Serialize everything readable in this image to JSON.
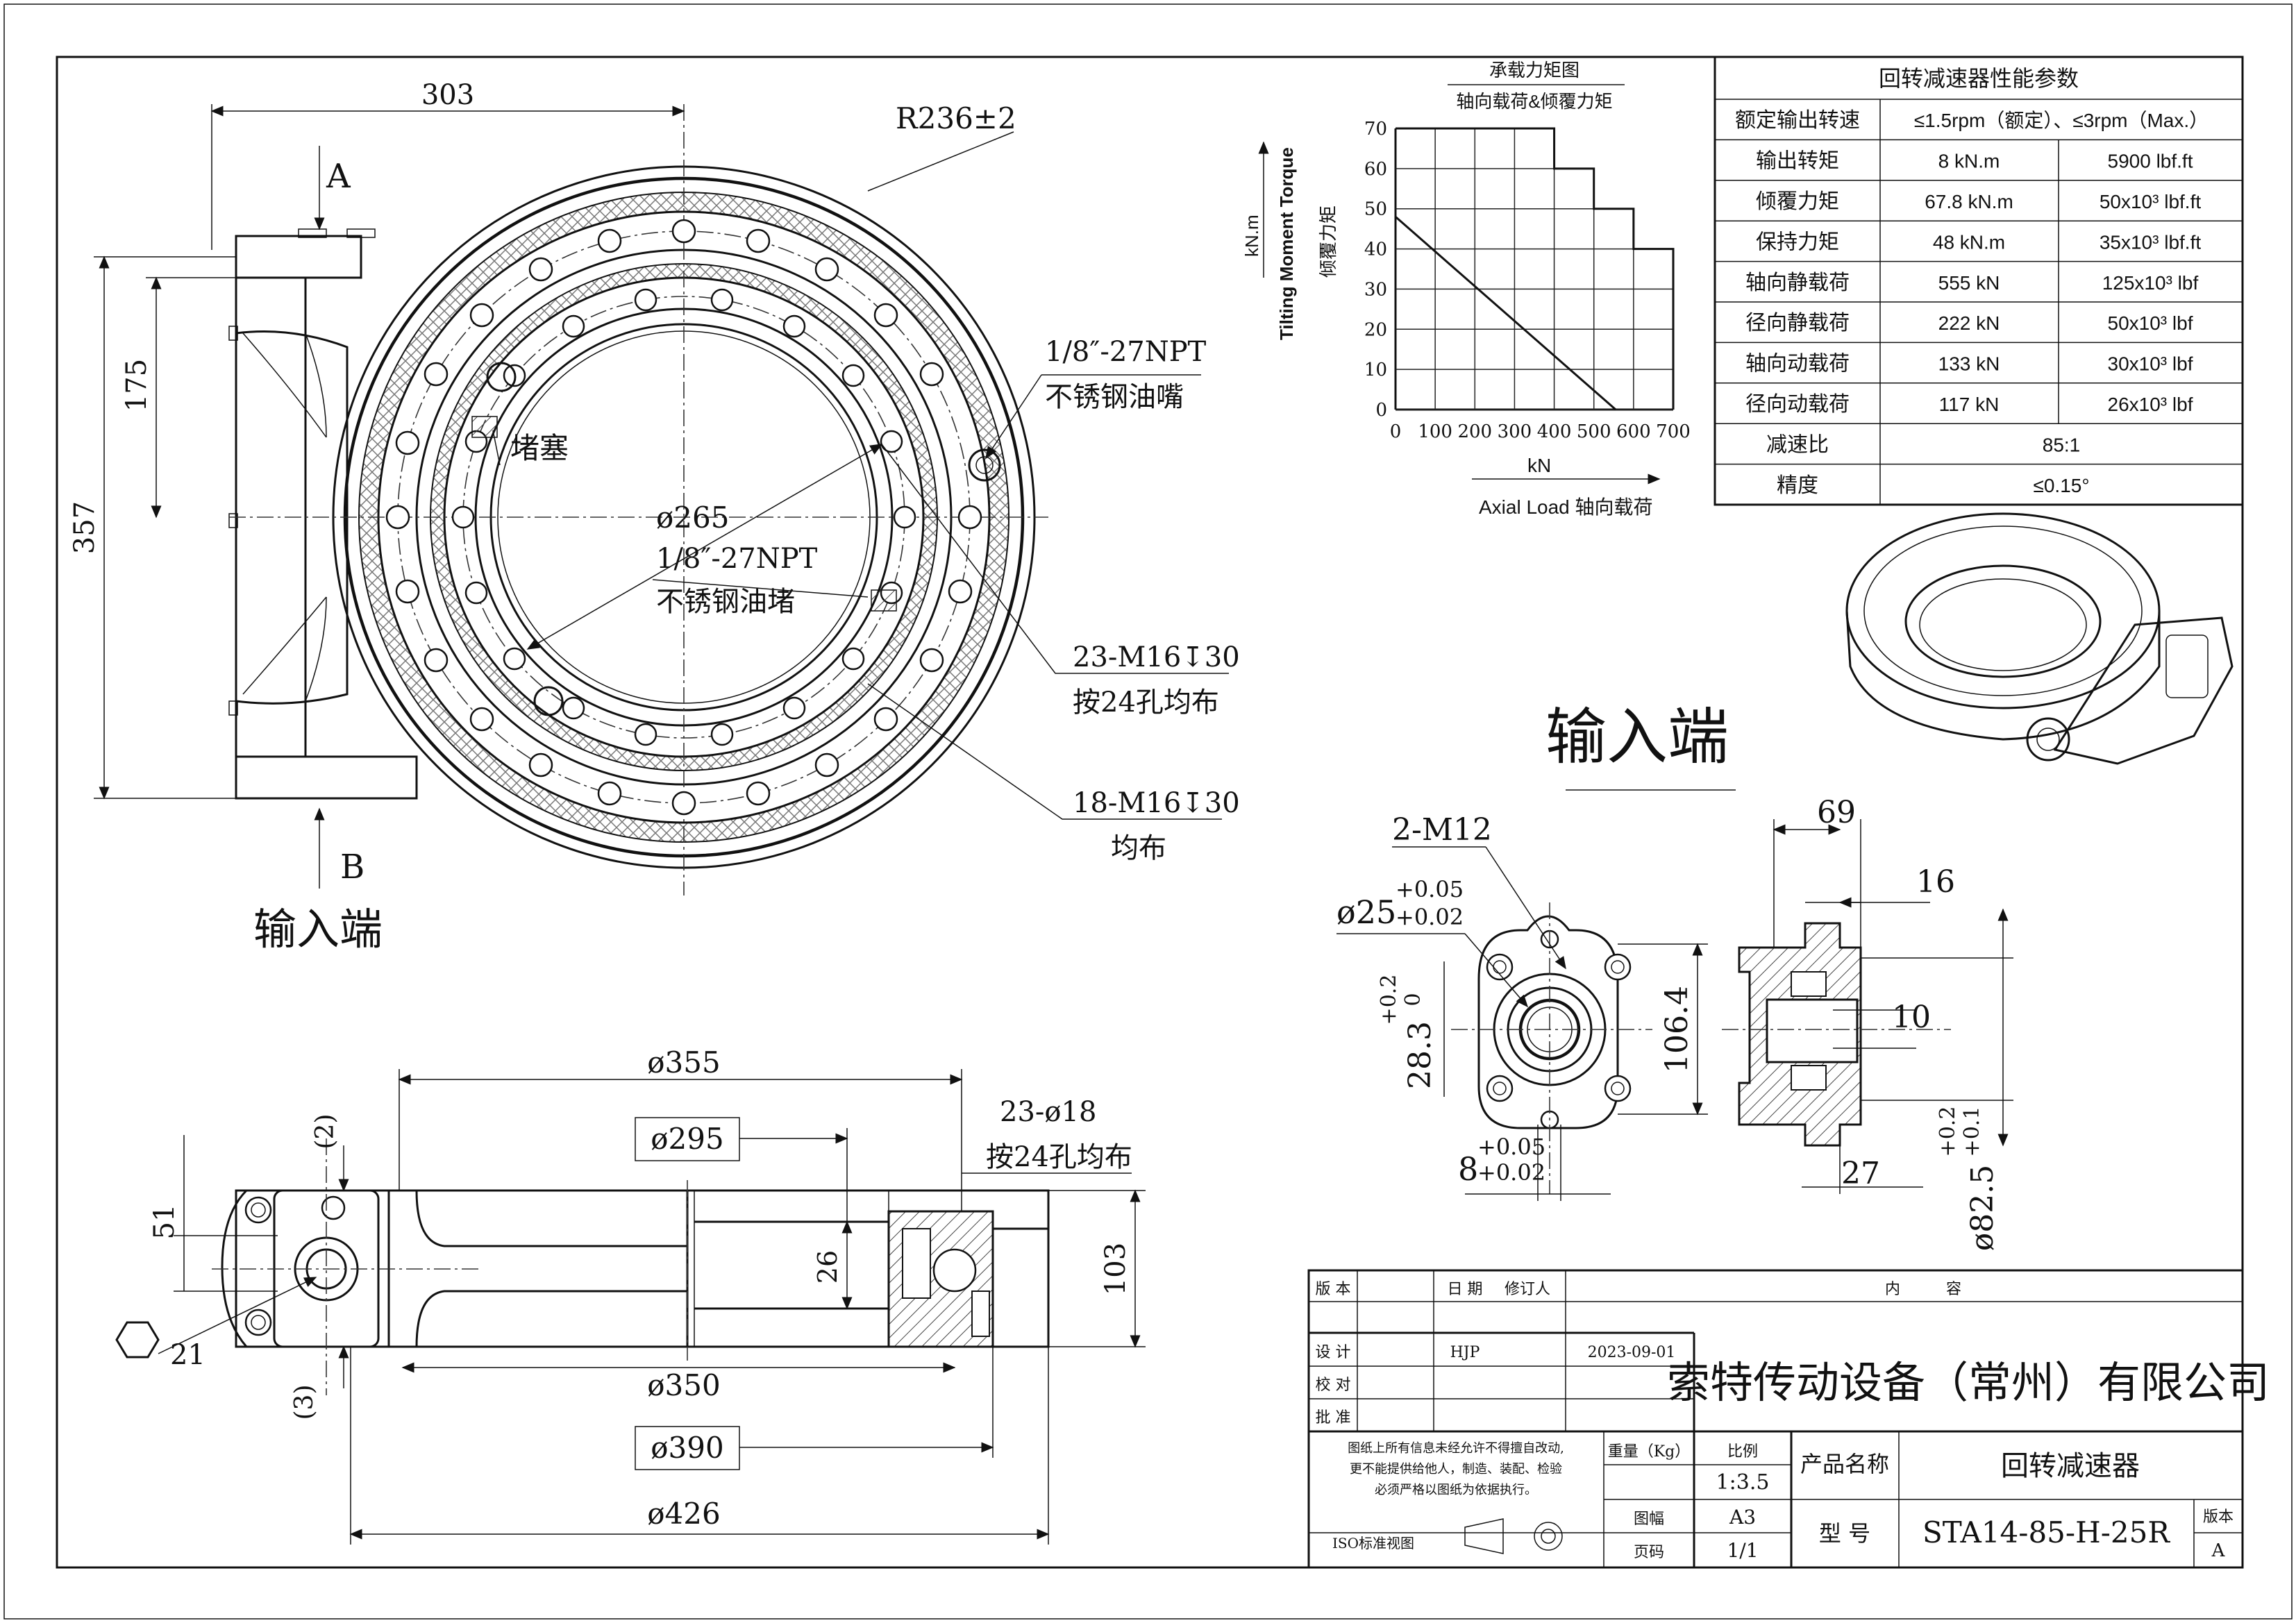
{
  "drawing": {
    "front_view": {
      "dim_303": "303",
      "radius_label": "R236±2",
      "section_a": "A",
      "section_b": "B",
      "dim_175": "175",
      "dim_357": "357",
      "npt1_line1": "1/8″-27NPT",
      "npt1_line2": "不锈钢油嘴",
      "plug_label": "堵塞",
      "dia_265": "ø265",
      "npt2_line1": "1/8″-27NPT",
      "npt2_line2": "不锈钢油堵",
      "holes1_line1": "23-M16↧30",
      "holes1_line2": "按24孔均布",
      "holes2_line1": "18-M16↧30",
      "holes2_line2": "均布",
      "input_end": "输入端"
    },
    "section_view": {
      "dia_355": "ø355",
      "dia_295": "ø295",
      "holes_line1": "23-ø18",
      "holes_line2": "按24孔均布",
      "dim_2": "(2)",
      "dim_3": "(3)",
      "dim_51": "51",
      "dim_21": "21",
      "dim_26": "26",
      "dim_103": "103",
      "dia_350": "ø350",
      "dia_390": "ø390",
      "dia_426": "ø426"
    },
    "input_end_view": {
      "title": "输入端",
      "thread": "2-M12",
      "bore_dia": "ø25",
      "bore_tol_upper": "+0.05",
      "bore_tol_lower": "+0.02",
      "key_28": "28.3",
      "key_28_tol_upper": "+0.2",
      "key_28_tol_lower": "0",
      "width_1064": "106.4",
      "key_8": "8",
      "key_8_tol_upper": "+0.05",
      "key_8_tol_lower": "+0.02",
      "dim_69": "69",
      "dim_16": "16",
      "dim_10": "10",
      "dim_27": "27",
      "dia_825": "ø82.5",
      "dia_825_tol_upper": "+0.2",
      "dia_825_tol_lower": "+0.1"
    }
  },
  "load_chart": {
    "title": "承载力矩图",
    "subtitle": "轴向载荷&倾覆力矩",
    "y_unit": "kN.m",
    "y_label_en": "Tilting Moment Torque",
    "y_label_cn": "倾覆力矩",
    "x_unit": "kN",
    "x_label": "Axial Load 轴向载荷"
  },
  "chart_data": {
    "type": "line",
    "x": [
      0,
      555
    ],
    "y": [
      48,
      0
    ],
    "xlim": [
      0,
      700
    ],
    "ylim": [
      0,
      70
    ],
    "x_ticks": [
      "0",
      "100",
      "200",
      "300",
      "400",
      "500",
      "600",
      "700"
    ],
    "y_ticks": [
      "0",
      "10",
      "20",
      "30",
      "40",
      "50",
      "60",
      "70"
    ],
    "grid": true,
    "title": "承载力矩图",
    "subtitle": "轴向载荷&倾覆力矩",
    "xlabel": "Axial Load 轴向载荷",
    "ylabel": "Tilting Moment Torque"
  },
  "spec_table": {
    "title": "回转减速器性能参数",
    "rows": [
      {
        "label": "额定输出转速",
        "v1": "≤1.5rpm（额定）、≤3rpm（Max.）",
        "v2": ""
      },
      {
        "label": "输出转矩",
        "v1": "8 kN.m",
        "v2": "5900 lbf.ft"
      },
      {
        "label": "倾覆力矩",
        "v1": "67.8 kN.m",
        "v2": "50x10³ lbf.ft"
      },
      {
        "label": "保持力矩",
        "v1": "48 kN.m",
        "v2": "35x10³ lbf.ft"
      },
      {
        "label": "轴向静载荷",
        "v1": "555 kN",
        "v2": "125x10³ lbf"
      },
      {
        "label": "径向静载荷",
        "v1": "222 kN",
        "v2": "50x10³ lbf"
      },
      {
        "label": "轴向动载荷",
        "v1": "133 kN",
        "v2": "30x10³ lbf"
      },
      {
        "label": "径向动载荷",
        "v1": "117 kN",
        "v2": "26x10³ lbf"
      },
      {
        "label": "减速比",
        "v1": "85:1",
        "v2": ""
      },
      {
        "label": "精度",
        "v1": "≤0.15°",
        "v2": ""
      }
    ]
  },
  "title_block": {
    "version_hdr": "版 本",
    "date_hdr": "日 期",
    "reviser_hdr": "修订人",
    "content_hdr": "内　　　容",
    "design": "设 计",
    "designer": "HJP",
    "design_date": "2023-09-01",
    "check": "校 对",
    "approve": "批 准",
    "company": "索特传动设备（常州）有限公司",
    "notice_1": "图纸上所有信息未经允许不得擅自改动,",
    "notice_2": "更不能提供给他人，制造、装配、检验",
    "notice_3": "必须严格以图纸为依据执行。",
    "weight": "重量（Kg）",
    "scale_hdr": "比例",
    "scale": "1:3.5",
    "product_name_hdr": "产品名称",
    "product_name": "回转减速器",
    "iso_view": "ISO标准视图",
    "sheet_size_hdr": "图幅",
    "sheet_size": "A3",
    "page_hdr": "页码",
    "page": "1/1",
    "model_hdr": "型 号",
    "model": "STA14-85-H-25R",
    "rev_hdr": "版本",
    "rev": "A"
  }
}
